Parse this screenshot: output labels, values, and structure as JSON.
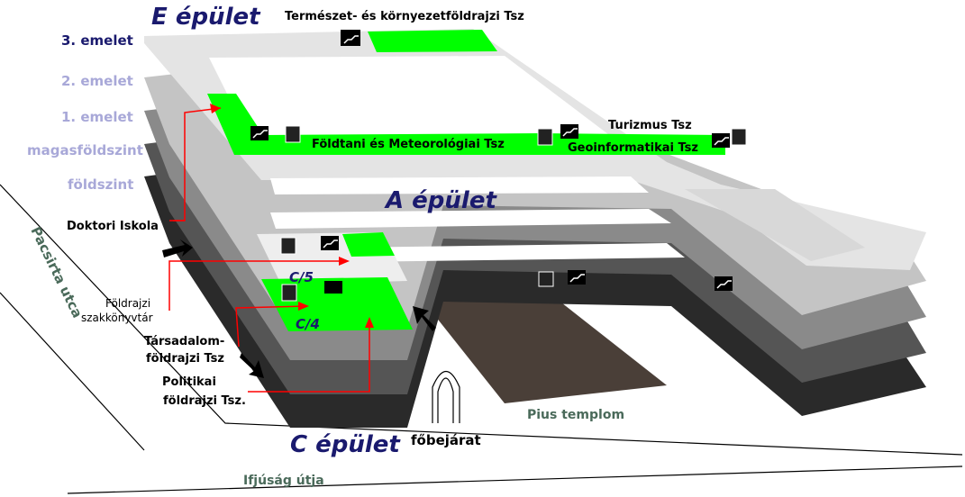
{
  "buildings": {
    "e": "E épület",
    "a": "A épület",
    "c": "C épület"
  },
  "floors": {
    "third": "3. emelet",
    "second": "2. emelet",
    "first": "1. emelet",
    "raised_ground": "magasföldszint",
    "ground": "földszint"
  },
  "departments": {
    "nature_env": "Természet- és környezetföldrajzi Tsz",
    "geology_meteo": "Földtani és Meteorológiai  Tsz",
    "tourism": "Turizmus Tsz",
    "geoinformatics": "Geoinformatikai Tsz",
    "doctoral_school": "Doktori Iskola",
    "library_1": "Földrajzi",
    "library_2": "szakkönyvtár",
    "social_1": "Társadalom-",
    "social_2": "földrajzi Tsz",
    "political_1": "Politikai",
    "political_2": "földrajzi Tsz."
  },
  "rooms": {
    "c5": "C/5",
    "c4": "C/4"
  },
  "landmarks": {
    "pius": "Pius templom",
    "main_entrance": "főbejárat",
    "street_side": "Pacsirta utca",
    "street_bottom": "Ifjúság útja"
  },
  "colors": {
    "title_blue": "#1a1a6e",
    "floor_label_light": "#a8a8d8",
    "highlight_green": "#00ff00",
    "arrow_red": "#ff0000",
    "street_text": "#4a6a5a",
    "church": "#4a3f38"
  }
}
